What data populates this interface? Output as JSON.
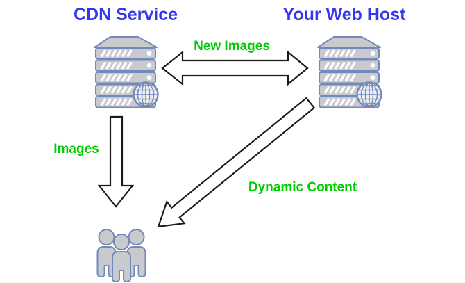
{
  "diagram": {
    "nodes": {
      "cdn": {
        "title": "CDN Service",
        "icon": "server-icon"
      },
      "webhost": {
        "title": "Your Web Host",
        "icon": "server-icon"
      },
      "users": {
        "icon": "people-group-icon"
      }
    },
    "edges": {
      "new_images": {
        "label": "New Images",
        "from": "cdn",
        "to": "webhost",
        "direction": "bidirectional"
      },
      "images": {
        "label": "Images",
        "from": "cdn",
        "to": "users",
        "direction": "down"
      },
      "dynamic_content": {
        "label": "Dynamic Content",
        "from": "webhost",
        "to": "users",
        "direction": "diagonal-down-left"
      }
    },
    "colors": {
      "title": "#3636ee",
      "label": "#00cc00",
      "arrow": "#1a1a1a",
      "icon_fill": "#c9cacd",
      "icon_stroke": "#7289b9",
      "globe_fill": "#eef0f3"
    }
  }
}
